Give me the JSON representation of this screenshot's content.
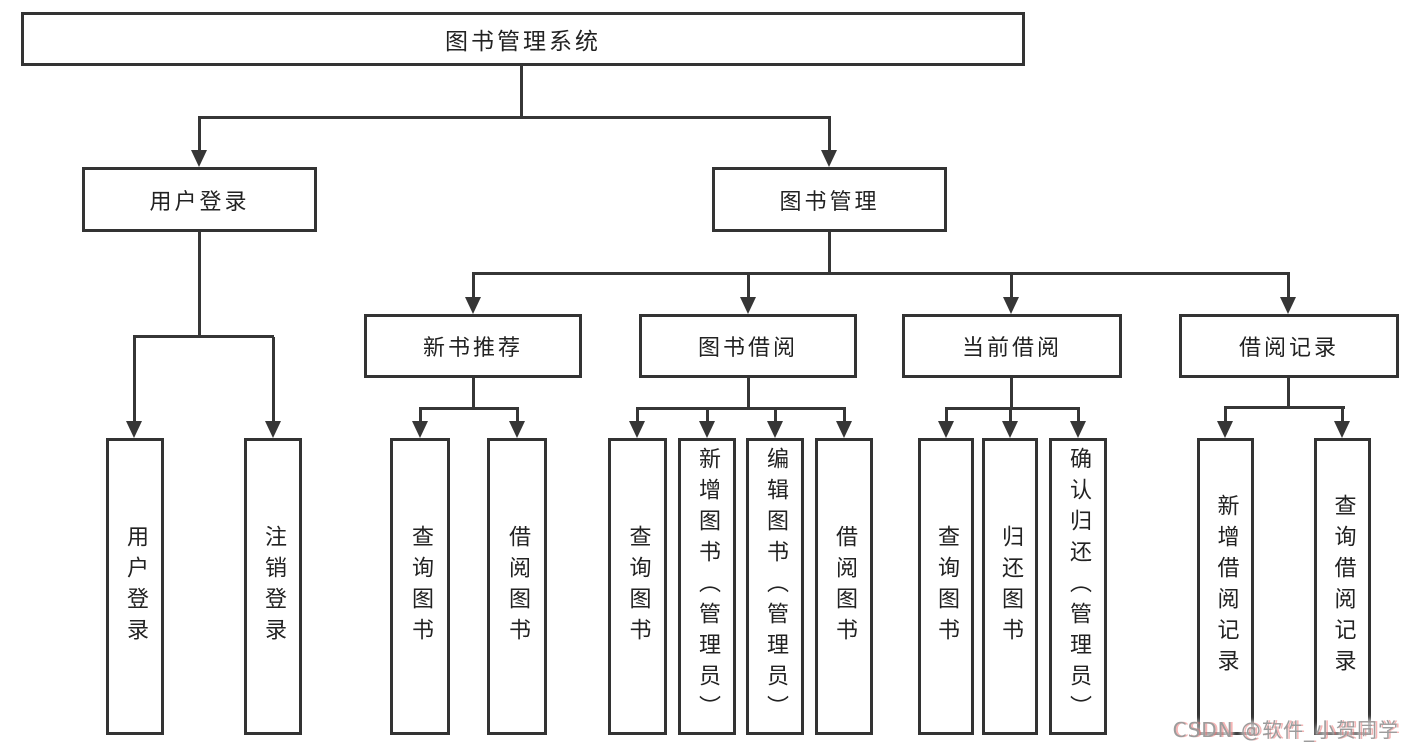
{
  "diagram": {
    "root": {
      "label": "图书管理系统",
      "children": [
        {
          "label": "用户登录",
          "children": [
            {
              "label": "用户登录"
            },
            {
              "label": "注销登录"
            }
          ]
        },
        {
          "label": "图书管理",
          "children": [
            {
              "label": "新书推荐",
              "children": [
                {
                  "label": "查询图书"
                },
                {
                  "label": "借阅图书"
                }
              ]
            },
            {
              "label": "图书借阅",
              "children": [
                {
                  "label": "查询图书"
                },
                {
                  "label": "新增图书（管理员）"
                },
                {
                  "label": "编辑图书（管理员）"
                },
                {
                  "label": "借阅图书"
                }
              ]
            },
            {
              "label": "当前借阅",
              "children": [
                {
                  "label": "查询图书"
                },
                {
                  "label": "归还图书"
                },
                {
                  "label": "确认归还（管理员）"
                }
              ]
            },
            {
              "label": "借阅记录",
              "children": [
                {
                  "label": "新增借阅记录"
                },
                {
                  "label": "查询借阅记录"
                }
              ]
            }
          ]
        }
      ]
    }
  },
  "colors": {
    "line": "#363636",
    "border": "#333333",
    "text": "#222222",
    "watermark_gray": "#9c9c9c",
    "watermark_red": "#e85a5a"
  },
  "watermark": {
    "text": "CSDN @软件_小贺同学"
  }
}
